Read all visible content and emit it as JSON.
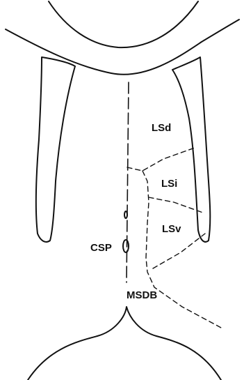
{
  "labels": {
    "lsd": "LSd",
    "lsi": "LSi",
    "lsv": "LSv",
    "csp": "CSP",
    "msdb": "MSDB"
  },
  "colors": {
    "ink": "#111111",
    "background": "#ffffff"
  }
}
